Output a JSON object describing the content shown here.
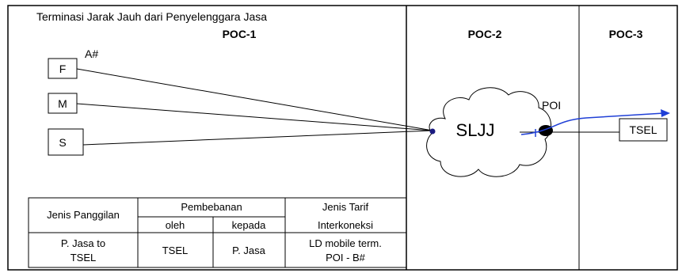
{
  "header": {
    "title": "Terminasi  Jarak Jauh dari Penyelenggara Jasa",
    "poc1": "POC-1",
    "poc2": "POC-2",
    "poc3": "POC-3"
  },
  "nodes": {
    "f": "F",
    "m": "M",
    "s": "S",
    "a_number": "A#",
    "cloud": "SLJJ",
    "poi": "POI",
    "tsel": "TSEL"
  },
  "table": {
    "col_call_type": "Jenis Panggilan",
    "col_charging": "Pembebanan",
    "col_by": "oleh",
    "col_to": "kepada",
    "col_tariff_line1": "Jenis Tarif",
    "col_tariff_line2": "Interkoneksi",
    "row": {
      "call_type_line1": "P. Jasa to",
      "call_type_line2": "TSEL",
      "by": "TSEL",
      "to": "P. Jasa",
      "tariff_line1": "LD mobile term.",
      "tariff_line2": "POI - B#"
    }
  },
  "colors": {
    "line": "#000000",
    "route": "#1f3fd6",
    "node": "#1a1a80"
  }
}
